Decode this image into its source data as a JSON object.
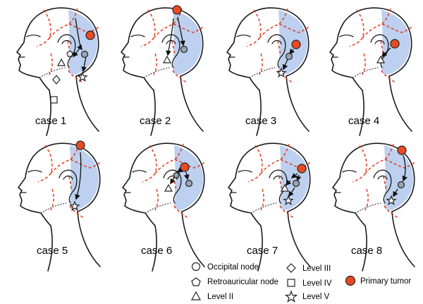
{
  "cases": [
    {
      "label": "case 1"
    },
    {
      "label": "case 2"
    },
    {
      "label": "case 3"
    },
    {
      "label": "case 4"
    },
    {
      "label": "case 5"
    },
    {
      "label": "case 6"
    },
    {
      "label": "case 7"
    },
    {
      "label": "case 8"
    }
  ],
  "legend": {
    "occipital": "Occipital node",
    "retroauricular": "Retroauricular node",
    "level2": "Level II",
    "level3": "Level III",
    "level4": "Level IV",
    "level5": "Level V",
    "tumor": "Primary tumor"
  },
  "colors": {
    "tumor": "#ea4a22",
    "region": "#bdd0ef",
    "boundary": "#e23b1e",
    "involved_node": "#9aa3b4"
  }
}
